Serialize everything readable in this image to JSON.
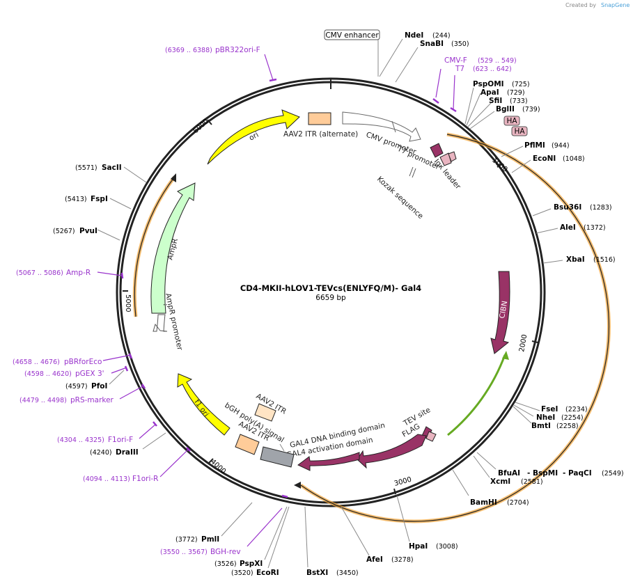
{
  "credit": {
    "prefix": "Created by",
    "brand": "SnapGene"
  },
  "plasmid": {
    "name": "CD4-MKII-hLOV1-TEVcs(ENLYFQ/M)- Gal4",
    "size": "6659 bp"
  },
  "ticks": [
    "1000",
    "2000",
    "3000",
    "4000",
    "5000",
    "6000"
  ],
  "enzymes": [
    {
      "name": "NdeI",
      "pos": "(244)"
    },
    {
      "name": "SnaBI",
      "pos": "(350)"
    },
    {
      "name": "PspOMI",
      "pos": "(725)"
    },
    {
      "name": "ApaI",
      "pos": "(729)"
    },
    {
      "name": "SfiI",
      "pos": "(733)"
    },
    {
      "name": "BglII",
      "pos": "(739)"
    },
    {
      "name": "PflMI",
      "pos": "(944)"
    },
    {
      "name": "EcoNI",
      "pos": "(1048)"
    },
    {
      "name": "Bsu36I",
      "pos": "(1283)"
    },
    {
      "name": "AleI",
      "pos": "(1372)"
    },
    {
      "name": "XbaI",
      "pos": "(1516)"
    },
    {
      "name": "FseI",
      "pos": "(2234)"
    },
    {
      "name": "NheI",
      "pos": "(2254)"
    },
    {
      "name": "BmtI",
      "pos": "(2258)"
    },
    {
      "name": "BfuAI",
      "pos": ""
    },
    {
      "name": "- BspMI",
      "pos": ""
    },
    {
      "name": "- PaqCI",
      "pos": "(2549)"
    },
    {
      "name": "XcmI",
      "pos": "(2581)"
    },
    {
      "name": "BamHI",
      "pos": "(2704)"
    },
    {
      "name": "HpaI",
      "pos": "(3008)"
    },
    {
      "name": "AfeI",
      "pos": "(3278)"
    },
    {
      "name": "BstXI",
      "pos": "(3450)"
    },
    {
      "name": "EcoRI",
      "pos": "(3520)"
    },
    {
      "name": "PspXI",
      "pos": "(3526)"
    },
    {
      "name": "PmlI",
      "pos": "(3772)"
    },
    {
      "name": "DraIII",
      "pos": "(4240)"
    },
    {
      "name": "PfoI",
      "pos": "(4597)"
    },
    {
      "name": "PvuI",
      "pos": "(5267)"
    },
    {
      "name": "FspI",
      "pos": "(5413)"
    },
    {
      "name": "SacII",
      "pos": "(5571)"
    }
  ],
  "primers": [
    {
      "name": "pBR322ori-F",
      "pos": "(6369 .. 6388)"
    },
    {
      "name": "CMV-F",
      "pos": "(529 .. 549)"
    },
    {
      "name": "T7",
      "pos": "(623 .. 642)"
    },
    {
      "name": "Amp-R",
      "pos": "(5067 .. 5086)"
    },
    {
      "name": "pBRforEco",
      "pos": "(4658 .. 4676)"
    },
    {
      "name": "pGEX 3'",
      "pos": "(4598 .. 4620)"
    },
    {
      "name": "pRS-marker",
      "pos": "(4479 .. 4498)"
    },
    {
      "name": "F1ori-F",
      "pos": "(4304 .. 4325)"
    },
    {
      "name": "F1ori-R",
      "pos": "(4094 .. 4113)"
    },
    {
      "name": "BGH-rev",
      "pos": "(3550 .. 3567)"
    }
  ],
  "features": {
    "cmv_enhancer": "CMV enhancer",
    "aav2_itr_alt": "AAV2 ITR (alternate)",
    "cmv_promoter": "CMV promoter",
    "t7_promoter": "T7 promoter",
    "igk_leader": "Igκ leader",
    "kozak": "Kozak sequence",
    "ha1": "HA",
    "ha2": "HA",
    "cibn": "CIBN",
    "tev_site": "TEV site",
    "flag": "FLAG",
    "gal4_dbd": "GAL4 DNA binding domain",
    "gal4_ad": "GAL4 activation domain",
    "bgh": "bGH poly(A) signal",
    "aav2_itr1": "AAV2 ITR",
    "aav2_itr2": "AAV2 ITR",
    "f1_ori": "f1 ori",
    "ampr_promoter": "AmpR promoter",
    "ampr": "AmpR",
    "ori": "ori"
  },
  "colors": {
    "backbone": "#222222",
    "ori": "#ffff00",
    "ampr": "#ccffcc",
    "cds": "#993366",
    "itr": "#ffcc99",
    "orf": "#f0a030",
    "primer": "#9933cc",
    "gray": "#a0a4aa",
    "ha": "#e8b4c0"
  }
}
